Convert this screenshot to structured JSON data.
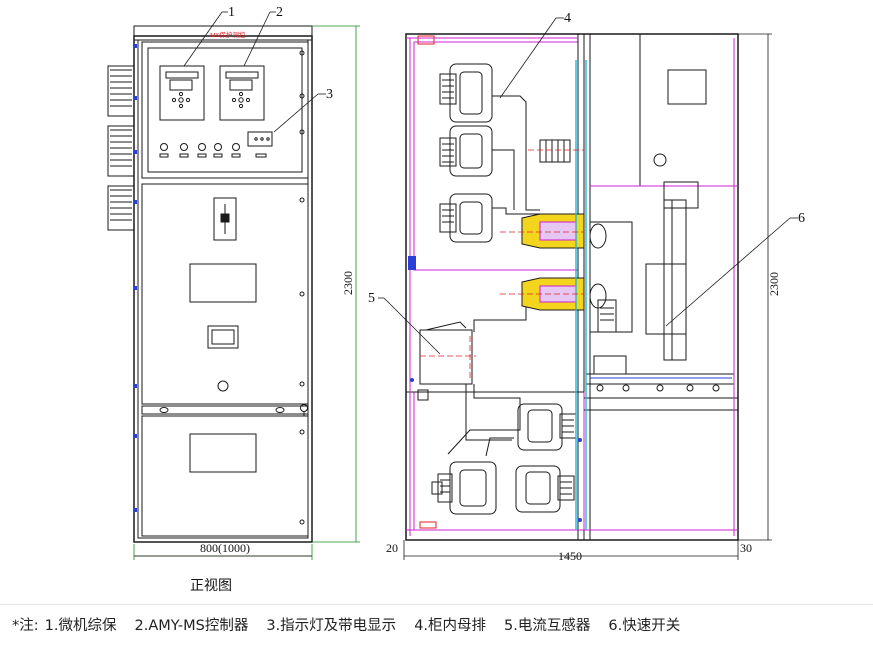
{
  "drawing": {
    "callouts": [
      "1",
      "2",
      "3",
      "4",
      "5",
      "6"
    ],
    "panel_brand": "MS保护测控",
    "front_width_label": "800(1000)",
    "front_height_label": "2300",
    "side_height_label": "2300",
    "side_depth_label": "1450",
    "side_left_offset_label": "20",
    "side_right_offset_label": "30",
    "view_title": "正视图",
    "colors": {
      "line": "#1a1a1a",
      "magenta": "#d21fd2",
      "cyan": "#1fb8d8",
      "red": "#e02020",
      "yellow": "#f2d51c",
      "blue": "#2a3fd8",
      "dim_green": "#1a8a1a"
    }
  },
  "notes": {
    "lead": "*注:",
    "items": [
      "1.微机综保",
      "2.AMY-MS控制器",
      "3.指示灯及带电显示",
      "4.柜内母排",
      "5.电流互感器",
      "6.快速开关"
    ]
  }
}
